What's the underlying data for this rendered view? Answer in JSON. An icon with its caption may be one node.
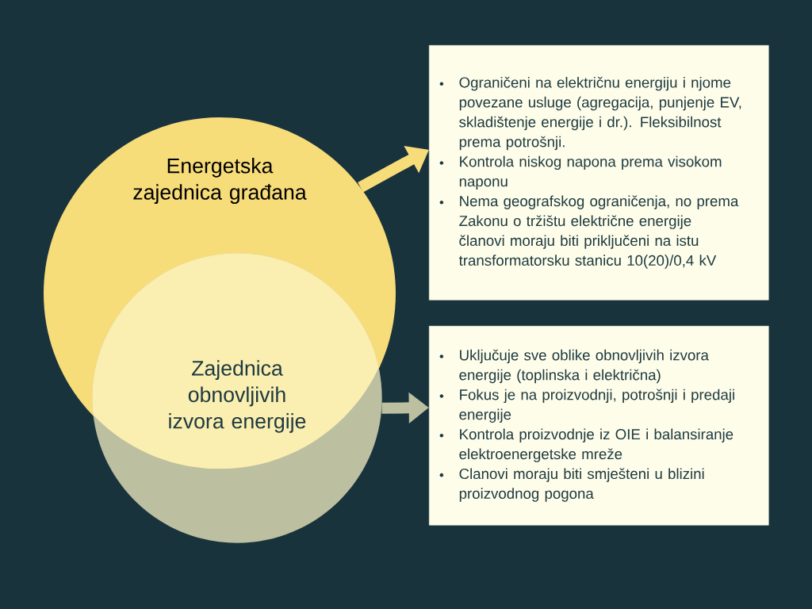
{
  "diagram": {
    "nodes": [
      {
        "text": [
          "Energetska zajednica građana"
        ]
      },
      {
        "text": [
          "Zajednica obnovljivih izvora energije"
        ]
      },
      {
        "text": [
          "Ograničeni na električnu energiju i njome povezane usluge (agregacija, punjenje EV, skladištenje energije i dr.). Fleksibilnost prema potrošnji.",
          "Kontrola niskog napona prema visokom naponu",
          "Nema geografskog ograničenja, no prema Zakonu o tržištu električne energije članovi moraju biti priključeni na istu transformatorsku stanicu 10(20)/0,4 kV"
        ]
      },
      {
        "text": [
          "Uključuje sve oblike obnovljivih izvora energije (toplinska i električna)",
          "Fokus je na proizvodnji, potrošnji i predaji energije",
          "Kontrola proizvodnje iz OIE i balansiranje elektroenergetske mreže",
          "Clanovi moraju biti smješteni u blizini proizvodnog pogona"
        ]
      }
    ],
    "edges": [
      {
        "from": 0,
        "to": 2,
        "arrow": "to",
        "color": "#f7dc7a"
      },
      {
        "from": 1,
        "to": 3,
        "arrow": "to",
        "color": "#bcbfa0"
      }
    ]
  }
}
